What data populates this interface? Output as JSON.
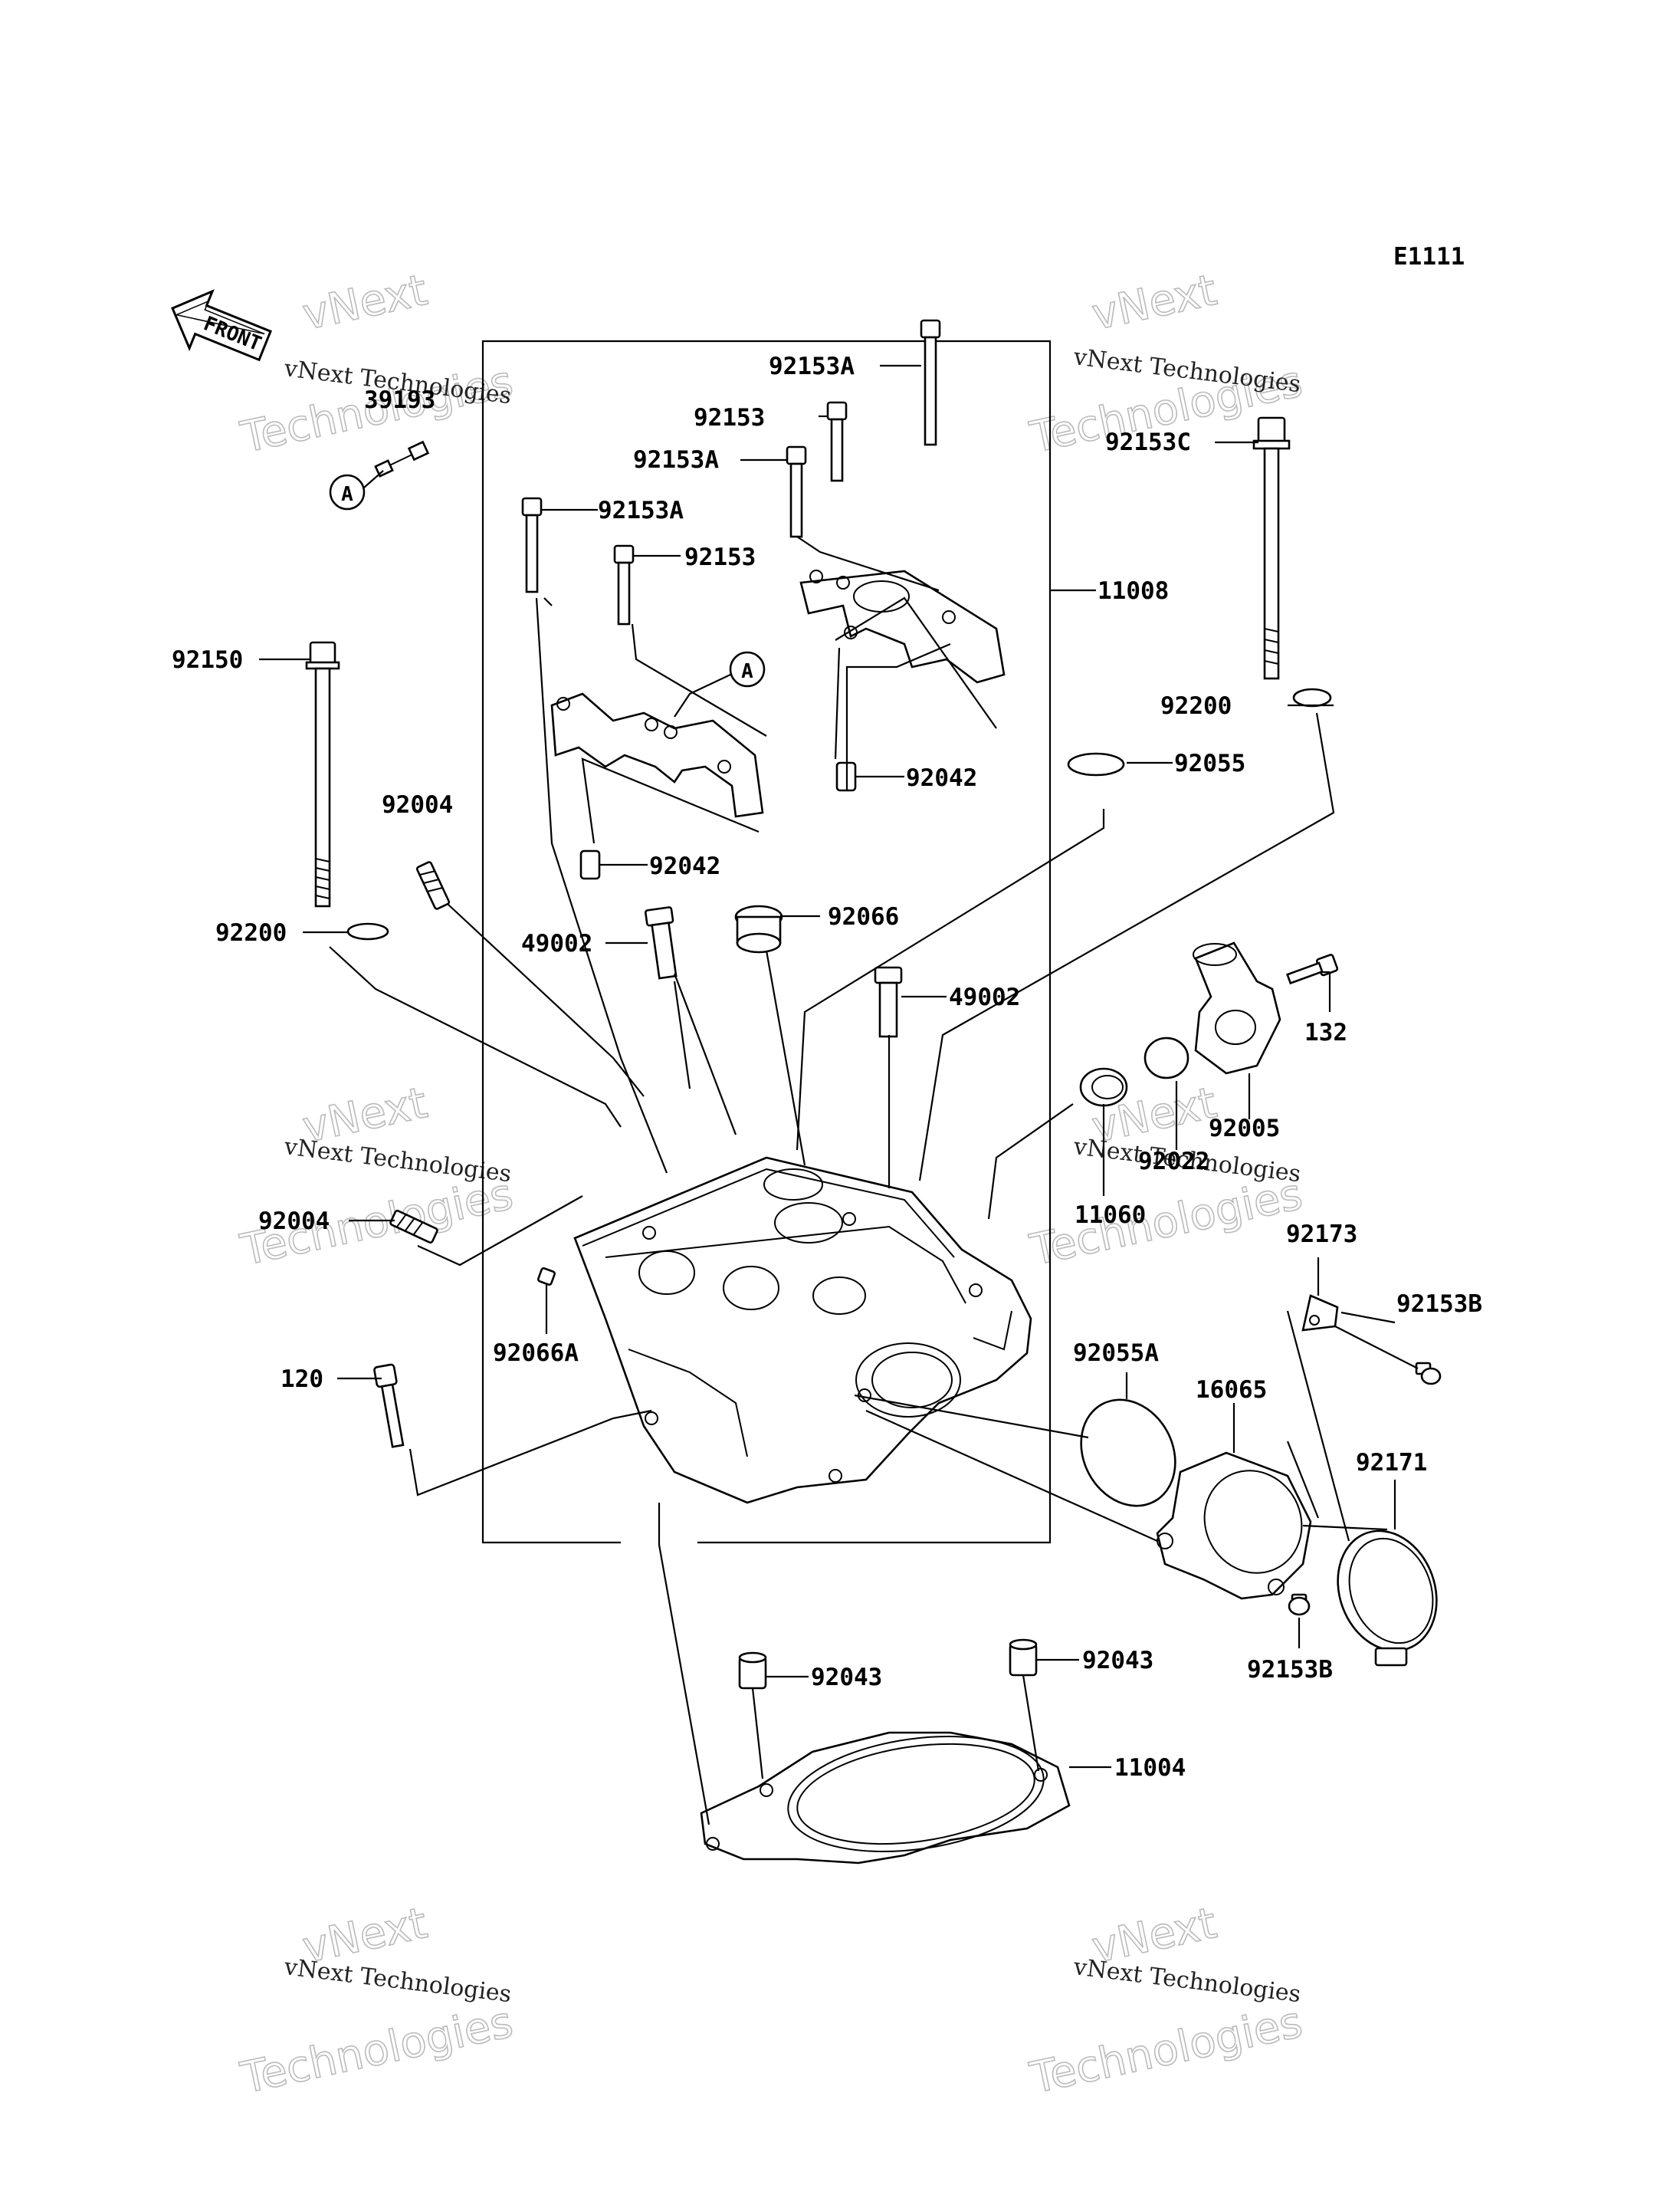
{
  "diagram_code": "E1111",
  "front_label": "FRONT",
  "ref_marker": "A",
  "watermark": {
    "line1": "vNext Technologies",
    "line2": "Technologies",
    "line3": "vNext"
  },
  "part_labels": {
    "p39": "39193",
    "p92153A_1": "92153A",
    "p92153_1": "92153",
    "p92153A_2": "92153A",
    "p92153A_3": "92153A",
    "p92153_2": "92153",
    "p92153C": "92153C",
    "p11008": "11008",
    "p92150": "92150",
    "p92200_1": "92200",
    "p92055": "92055",
    "p92042_1": "92042",
    "p92004_1": "92004",
    "p92042_2": "92042",
    "p92066": "92066",
    "p92200_2": "92200",
    "p49002_1": "49002",
    "p49002_2": "49002",
    "p132": "132",
    "p92005": "92005",
    "p92022": "92022",
    "p11060": "11060",
    "p92004_2": "92004",
    "p92173": "92173",
    "p92153B_1": "92153B",
    "p92066A": "92066A",
    "p92055A": "92055A",
    "p16065": "16065",
    "p120": "120",
    "p92171": "92171",
    "p92153B_2": "92153B",
    "p92043_1": "92043",
    "p92043_2": "92043",
    "p11004": "11004"
  }
}
